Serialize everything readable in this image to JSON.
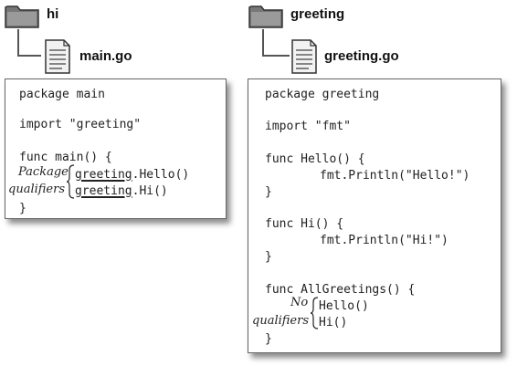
{
  "left_tree": {
    "folder_label": "hi",
    "file_label": "main.go"
  },
  "right_tree": {
    "folder_label": "greeting",
    "file_label": "greeting.go"
  },
  "left_code": {
    "line1": "package main",
    "line2": "import \"greeting\"",
    "line3": "func main() {",
    "line4_pkg": "greeting",
    "line4_rest": ".Hello()",
    "line5_pkg": "greeting",
    "line5_rest": ".Hi()",
    "line6": "}",
    "note_line1": "Package",
    "note_line2": "qualifiers"
  },
  "right_code": {
    "line1": "package greeting",
    "line2": "import \"fmt\"",
    "line3": "func Hello() {",
    "line4": "fmt.Println(\"Hello!\")",
    "line5": "}",
    "line6": "func Hi() {",
    "line7": "fmt.Println(\"Hi!\")",
    "line8": "}",
    "line9": "func AllGreetings() {",
    "line10": "Hello()",
    "line11": "Hi()",
    "line12": "}",
    "note_line1": "No",
    "note_line2": "qualifiers"
  },
  "icons": {
    "folder": "folder-icon",
    "file": "file-icon"
  }
}
